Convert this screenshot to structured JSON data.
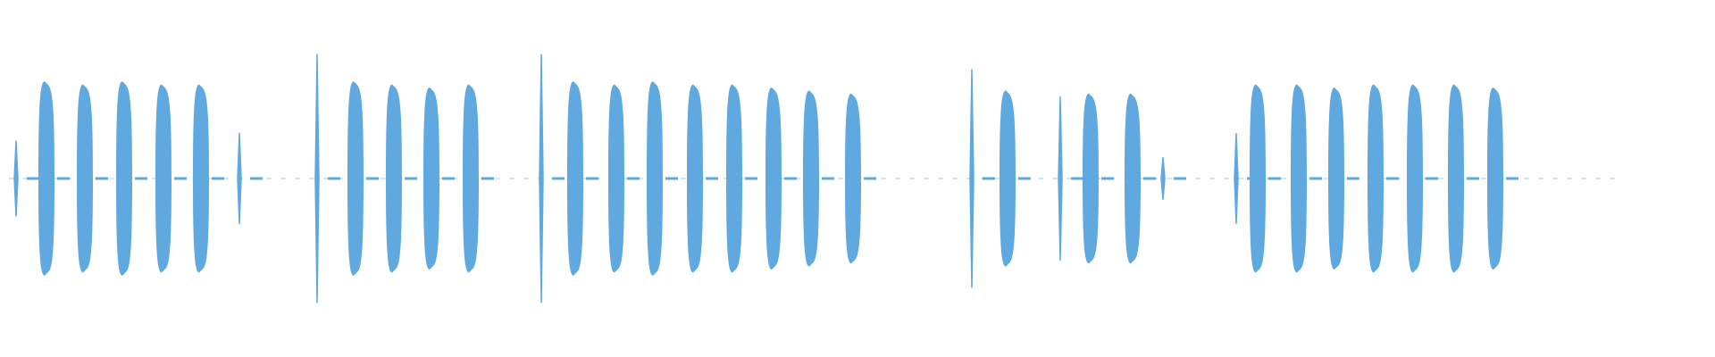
{
  "waveform": {
    "color": "#5fa8e0",
    "background": "#ffffff",
    "bursts": [
      {
        "shape": "spike",
        "amp": 0.25
      },
      {
        "shape": "full",
        "amp": 0.64
      },
      {
        "shape": "full",
        "amp": 0.62
      },
      {
        "shape": "full",
        "amp": 0.64
      },
      {
        "shape": "full",
        "amp": 0.62
      },
      {
        "shape": "full",
        "amp": 0.62
      },
      {
        "shape": "spike",
        "amp": 0.3
      },
      {
        "shape": "spike",
        "amp": 0.82
      },
      {
        "shape": "full",
        "amp": 0.64
      },
      {
        "shape": "full",
        "amp": 0.62
      },
      {
        "shape": "full",
        "amp": 0.6
      },
      {
        "shape": "full",
        "amp": 0.62
      },
      {
        "shape": "spike",
        "amp": 0.82
      },
      {
        "shape": "full",
        "amp": 0.64
      },
      {
        "shape": "full",
        "amp": 0.62
      },
      {
        "shape": "full",
        "amp": 0.64
      },
      {
        "shape": "full",
        "amp": 0.62
      },
      {
        "shape": "full",
        "amp": 0.62
      },
      {
        "shape": "full",
        "amp": 0.6
      },
      {
        "shape": "full",
        "amp": 0.58
      },
      {
        "shape": "full",
        "amp": 0.56
      },
      {
        "shape": "spike",
        "amp": 0.72
      },
      {
        "shape": "full",
        "amp": 0.58
      },
      {
        "shape": "spike",
        "amp": 0.54
      },
      {
        "shape": "full",
        "amp": 0.56
      },
      {
        "shape": "full",
        "amp": 0.56
      },
      {
        "shape": "spike",
        "amp": 0.14
      },
      {
        "shape": "spike",
        "amp": 0.3
      },
      {
        "shape": "full",
        "amp": 0.62
      },
      {
        "shape": "full",
        "amp": 0.62
      },
      {
        "shape": "full",
        "amp": 0.6
      },
      {
        "shape": "full",
        "amp": 0.62
      },
      {
        "shape": "full",
        "amp": 0.62
      },
      {
        "shape": "full",
        "amp": 0.62
      },
      {
        "shape": "full",
        "amp": 0.6
      }
    ]
  }
}
